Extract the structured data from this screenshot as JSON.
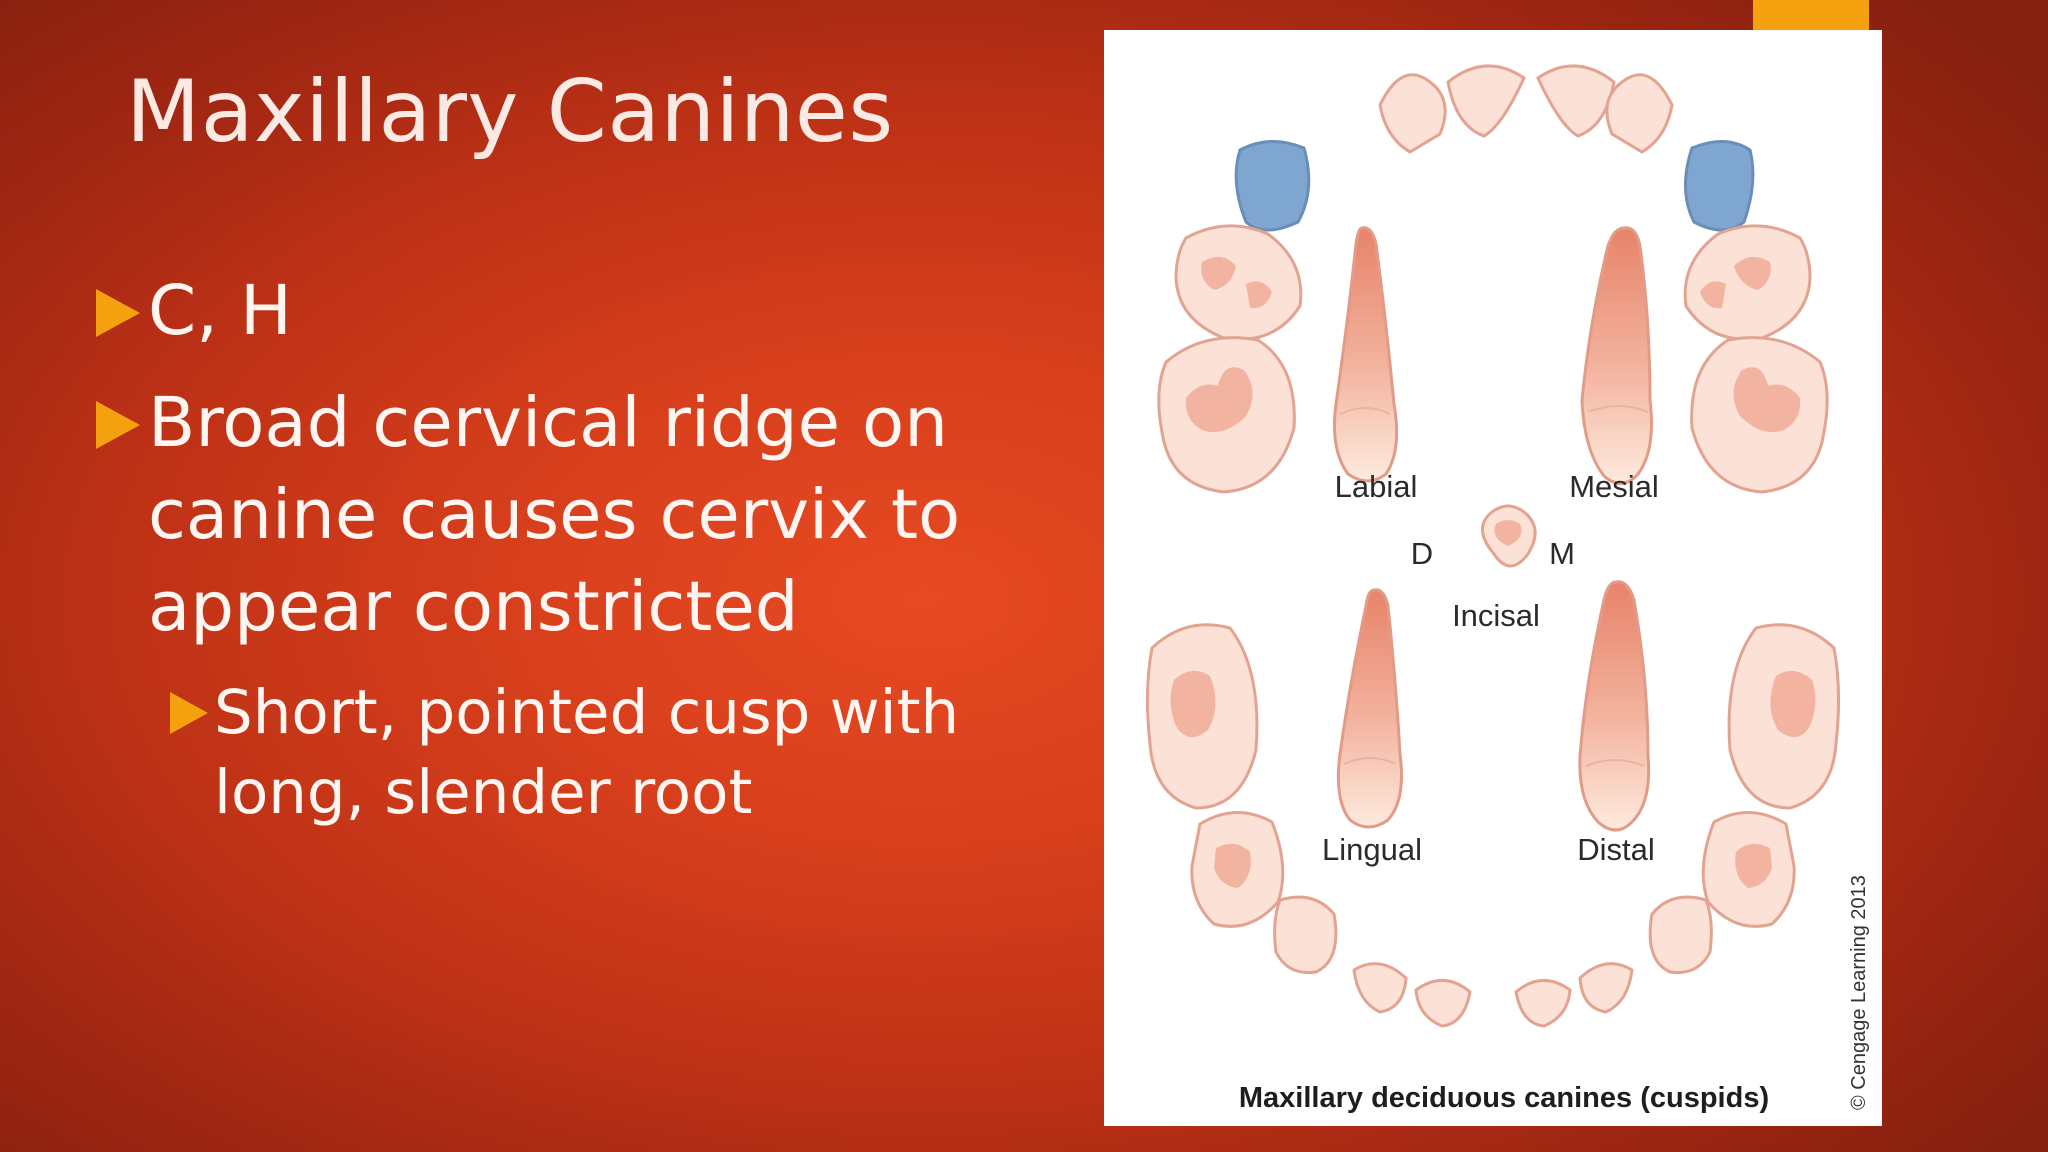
{
  "slide": {
    "title": "Maxillary Canines",
    "bullets": [
      "C, H",
      "Broad cervical ridge on canine causes cervix to appear constricted"
    ],
    "sub_bullet": "Short, pointed cusp with long, slender root"
  },
  "figure": {
    "views": {
      "labial": "Labial",
      "mesial": "Mesial",
      "incisal": "Incisal",
      "lingual": "Lingual",
      "distal": "Distal",
      "distal_abbrev": "D",
      "mesial_abbrev": "M"
    },
    "caption": "Maxillary deciduous canines (cuspids)",
    "copyright": "© Cengage Learning 2013"
  },
  "colors": {
    "accent": "#f5a10f",
    "highlight_tooth": "#7fa6d0",
    "tooth_fill": "#fbe1d6"
  },
  "icons": [
    "bullet-arrow-icon"
  ]
}
